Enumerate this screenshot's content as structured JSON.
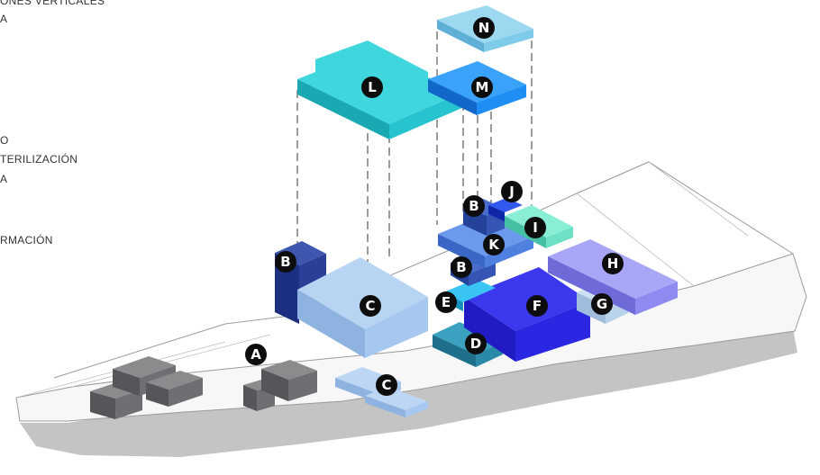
{
  "legend": [
    "ONES VERTICALES",
    "A",
    "O",
    "TERILIZACIÓN",
    "A",
    "RMACIÓN"
  ],
  "markers": {
    "A": "A",
    "B1": "B",
    "B2": "B",
    "B3": "B",
    "C1": "C",
    "C2": "C",
    "D": "D",
    "E": "E",
    "F": "F",
    "G": "G",
    "H": "H",
    "I": "I",
    "J": "J",
    "K": "K",
    "L": "L",
    "M": "M",
    "N": "N"
  },
  "colors": {
    "ground": "#f7f7f7",
    "shadow": "#c4c4c4",
    "existing": "#5f6062",
    "L": "#27c4cf",
    "M": "#1e8ef5",
    "N": "#7fcbea",
    "C": "#a6c8f0",
    "B": "#2a3f96",
    "F": "#2b26e2",
    "D": "#2b8aa8",
    "H": "#8e8bf0",
    "G": "#b9d3ec",
    "I": "#6de0c6",
    "K": "#4f80e0",
    "J": "#1c3fd8",
    "E": "#1cb3ea"
  }
}
